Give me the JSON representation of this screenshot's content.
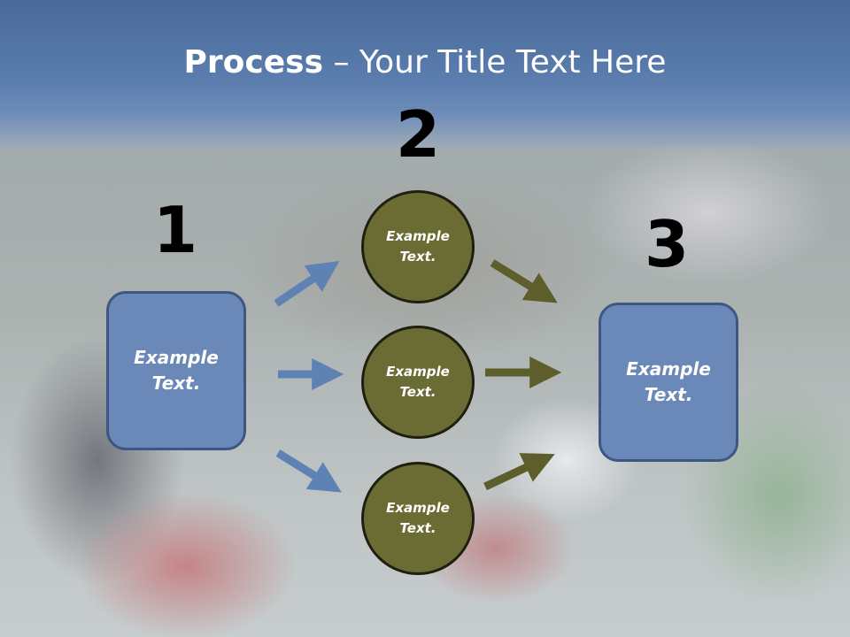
{
  "title": {
    "bold": "Process",
    "rest": " – Your Title Text Here"
  },
  "steps": [
    "1",
    "2",
    "3"
  ],
  "left_box": {
    "line1": "Example",
    "line2": "Text."
  },
  "right_box": {
    "line1": "Example",
    "line2": "Text."
  },
  "circles": [
    {
      "line1": "Example",
      "line2": "Text."
    },
    {
      "line1": "Example",
      "line2": "Text."
    },
    {
      "line1": "Example",
      "line2": "Text."
    }
  ],
  "colors": {
    "header": "#5b7eaf",
    "box_fill": "#6a89b8",
    "box_border": "#3e5782",
    "circle_fill": "#6b6b34",
    "arrow_blue": "#5f82b4",
    "arrow_olive": "#5e5e2c"
  }
}
